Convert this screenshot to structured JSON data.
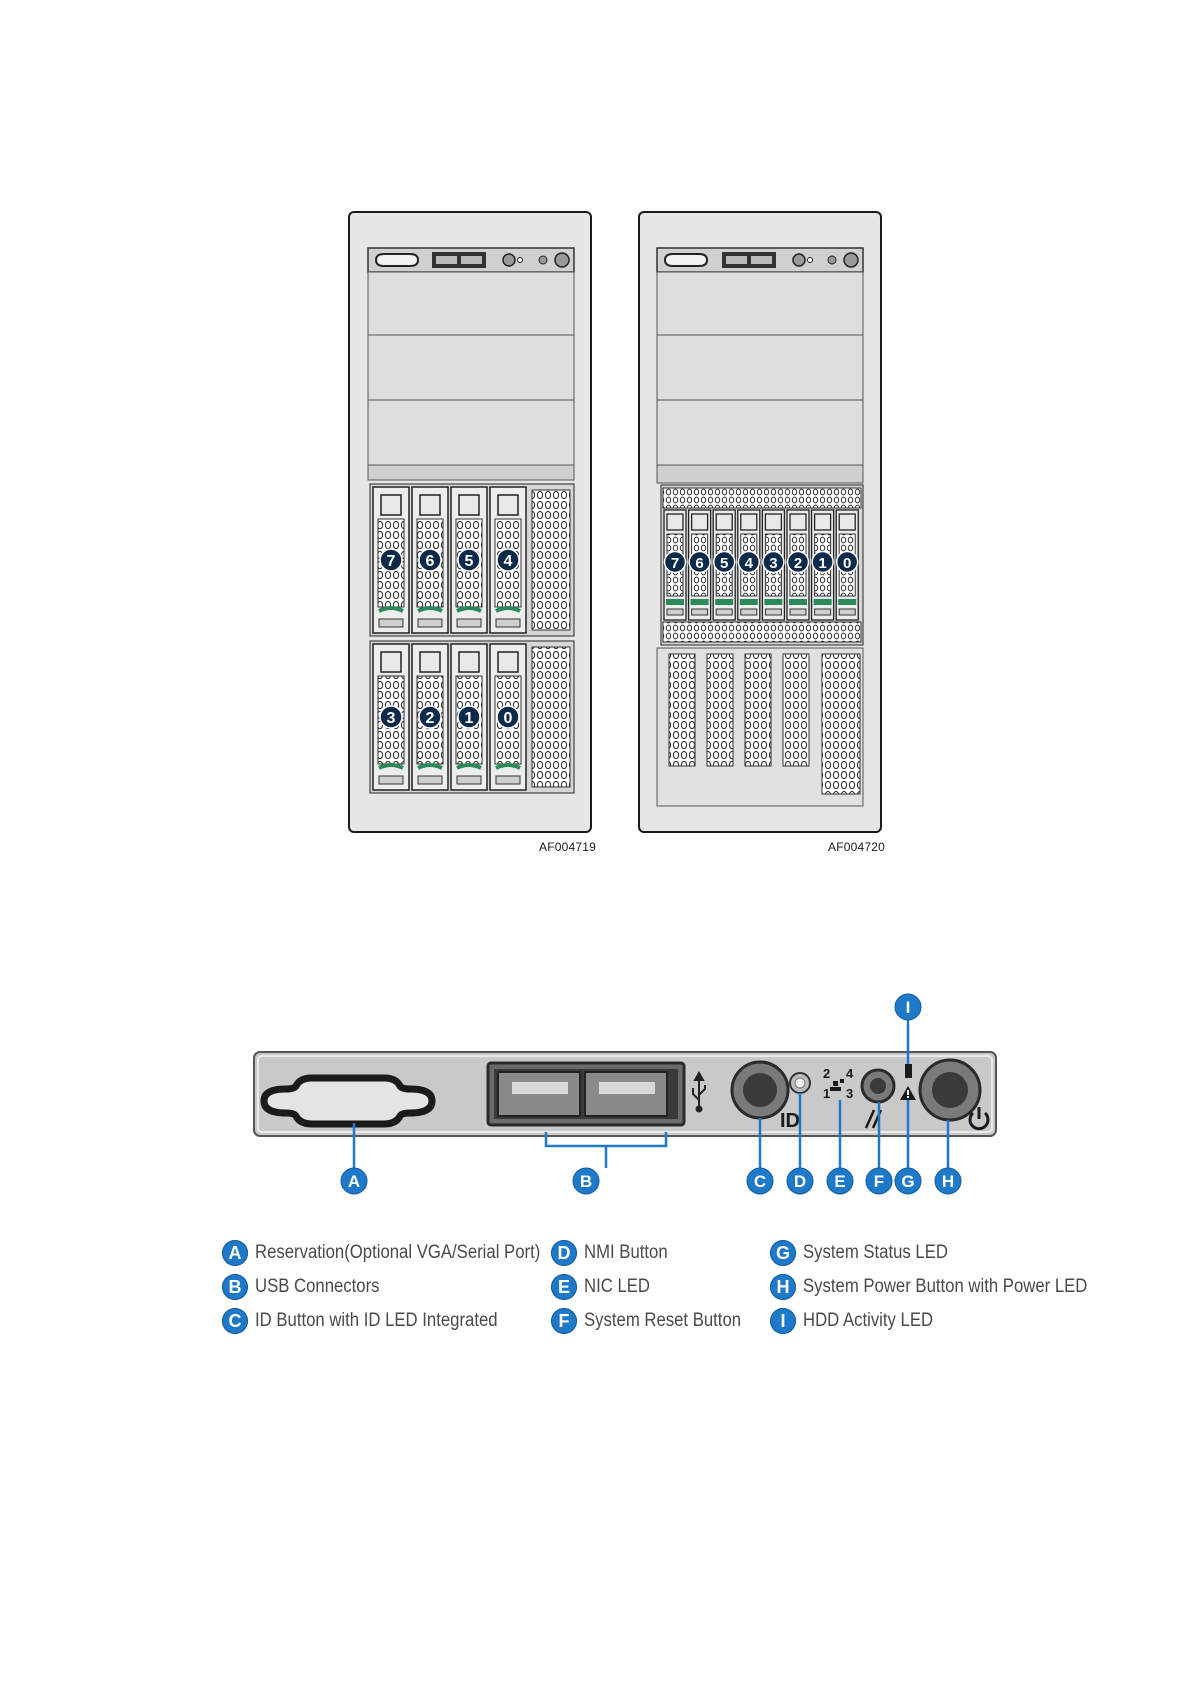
{
  "figures": {
    "left_tower_code": "AF004719",
    "right_tower_code": "AF004720"
  },
  "left_tower": {
    "drive_labels_top": [
      "7",
      "6",
      "5",
      "4"
    ],
    "drive_labels_bottom": [
      "3",
      "2",
      "1",
      "0"
    ]
  },
  "right_tower": {
    "drive_labels": [
      "7",
      "6",
      "5",
      "4",
      "3",
      "2",
      "1",
      "0"
    ]
  },
  "panel": {
    "id_label": "ID",
    "nic_numbers": [
      "2",
      "4",
      "1",
      "3"
    ],
    "callouts": [
      "A",
      "B",
      "C",
      "D",
      "E",
      "F",
      "G",
      "H",
      "I"
    ]
  },
  "legend": [
    {
      "letter": "A",
      "text": "Reservation(Optional VGA/Serial Port)"
    },
    {
      "letter": "B",
      "text": "USB Connectors"
    },
    {
      "letter": "C",
      "text": "ID Button with ID LED Integrated"
    },
    {
      "letter": "D",
      "text": "NMI Button"
    },
    {
      "letter": "E",
      "text": "NIC LED"
    },
    {
      "letter": "F",
      "text": "System Reset Button"
    },
    {
      "letter": "G",
      "text": "System Status LED"
    },
    {
      "letter": "H",
      "text": "System Power Button with Power LED"
    },
    {
      "letter": "I",
      "text": "HDD Activity LED"
    }
  ],
  "colors": {
    "callout_blue": "#1f79c9",
    "drive_badge": "#0e2a4a",
    "drive_green": "#2a8a5a"
  }
}
